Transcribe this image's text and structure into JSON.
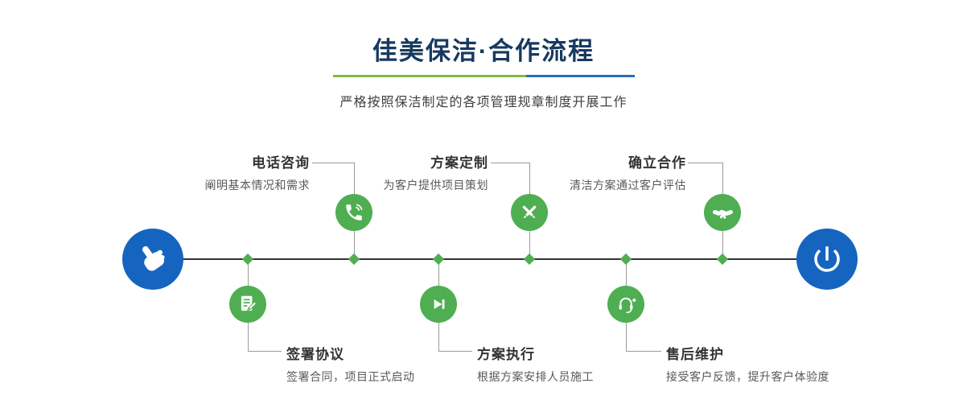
{
  "header": {
    "title": "佳美保洁·合作流程",
    "subtitle": "严格按照保洁制定的各项管理规章制度开展工作"
  },
  "colors": {
    "title_navy": "#17395f",
    "step_green": "#4fae52",
    "endpoint_blue": "#1565c0",
    "underline_green": "#86b93e",
    "underline_blue": "#2f6bb5",
    "timeline_dark": "#333333"
  },
  "timeline": {
    "start_icon": "pointing-hand-icon",
    "end_icon": "power-icon"
  },
  "steps": [
    {
      "title": "电话咨询",
      "desc": "阐明基本情况和需求",
      "icon": "phone-call-icon",
      "row": "top"
    },
    {
      "title": "方案定制",
      "desc": "为客户提供项目策划",
      "icon": "design-pencils-icon",
      "row": "top"
    },
    {
      "title": "确立合作",
      "desc": "清洁方案通过客户评估",
      "icon": "handshake-icon",
      "row": "top"
    },
    {
      "title": "签署协议",
      "desc": "签署合同，项目正式启动",
      "icon": "contract-sign-icon",
      "row": "bottom"
    },
    {
      "title": "方案执行",
      "desc": "根据方案安排人员施工",
      "icon": "play-execute-icon",
      "row": "bottom"
    },
    {
      "title": "售后维护",
      "desc": "接受客户反馈，提升客户体验度",
      "icon": "headset-support-icon",
      "row": "bottom"
    }
  ]
}
